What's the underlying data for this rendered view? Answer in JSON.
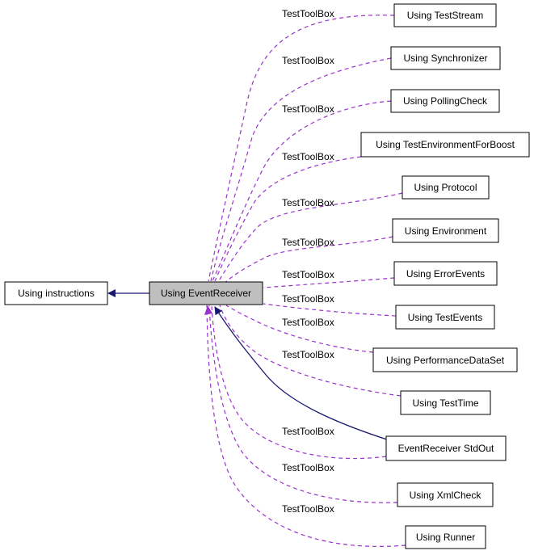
{
  "colors": {
    "dashed_edge": "#9a32cd",
    "solid_edge": "#191970",
    "node_fill": "#ffffff",
    "focus_fill": "#bfbfbf"
  },
  "nodes": {
    "instructions": "Using instructions",
    "event_receiver": "Using EventReceiver",
    "test_stream": "Using TestStream",
    "synchronizer": "Using Synchronizer",
    "polling_check": "Using PollingCheck",
    "test_env_boost": "Using TestEnvironmentForBoost",
    "protocol": "Using Protocol",
    "environment": "Using Environment",
    "error_events": "Using ErrorEvents",
    "test_events": "Using TestEvents",
    "perf_dataset": "Using PerformanceDataSet",
    "test_time": "Using TestTime",
    "stdout": "EventReceiver StdOut",
    "xml_check": "Using XmlCheck",
    "runner": "Using Runner"
  },
  "edge_label": "TestToolBox"
}
